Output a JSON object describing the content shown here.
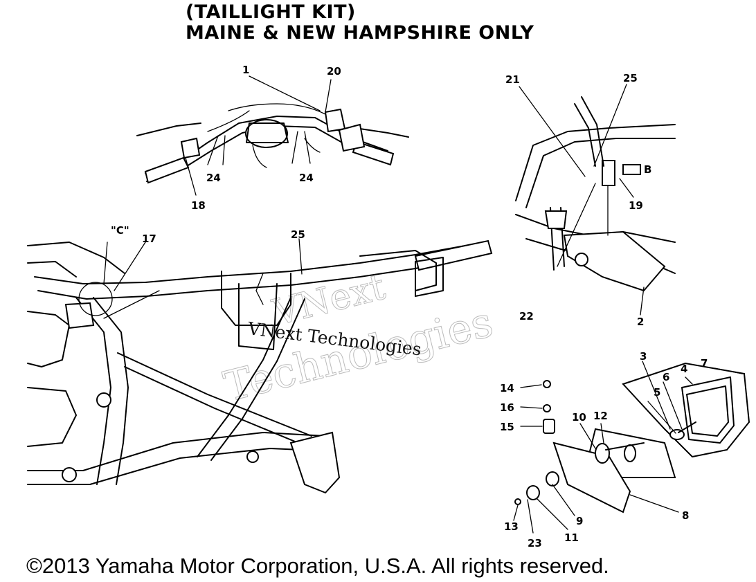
{
  "title": {
    "line1": "(TAILLIGHT KIT)",
    "line2": "MAINE & NEW HAMPSHIRE ONLY"
  },
  "watermark": {
    "line_a": "VNext",
    "line_b": "Technologies",
    "line_c": "VNext Technologies"
  },
  "callouts": {
    "c1": "1",
    "c2": "2",
    "c3": "3",
    "c4": "4",
    "c5": "5",
    "c6": "6",
    "c7": "7",
    "c8": "8",
    "c9": "9",
    "c10": "10",
    "c11": "11",
    "c12": "12",
    "c13": "13",
    "c14": "14",
    "c15": "15",
    "c16": "16",
    "c17": "17",
    "c18": "18",
    "c19": "19",
    "c20": "20",
    "c21": "21",
    "c22": "22",
    "c23": "23",
    "c24a": "24",
    "c24b": "24",
    "c25a": "25",
    "c25b": "25",
    "cC": "\"C\"",
    "cB": "B"
  },
  "copyright": "©2013 Yamaha Motor Corporation, U.S.A. All rights reserved."
}
